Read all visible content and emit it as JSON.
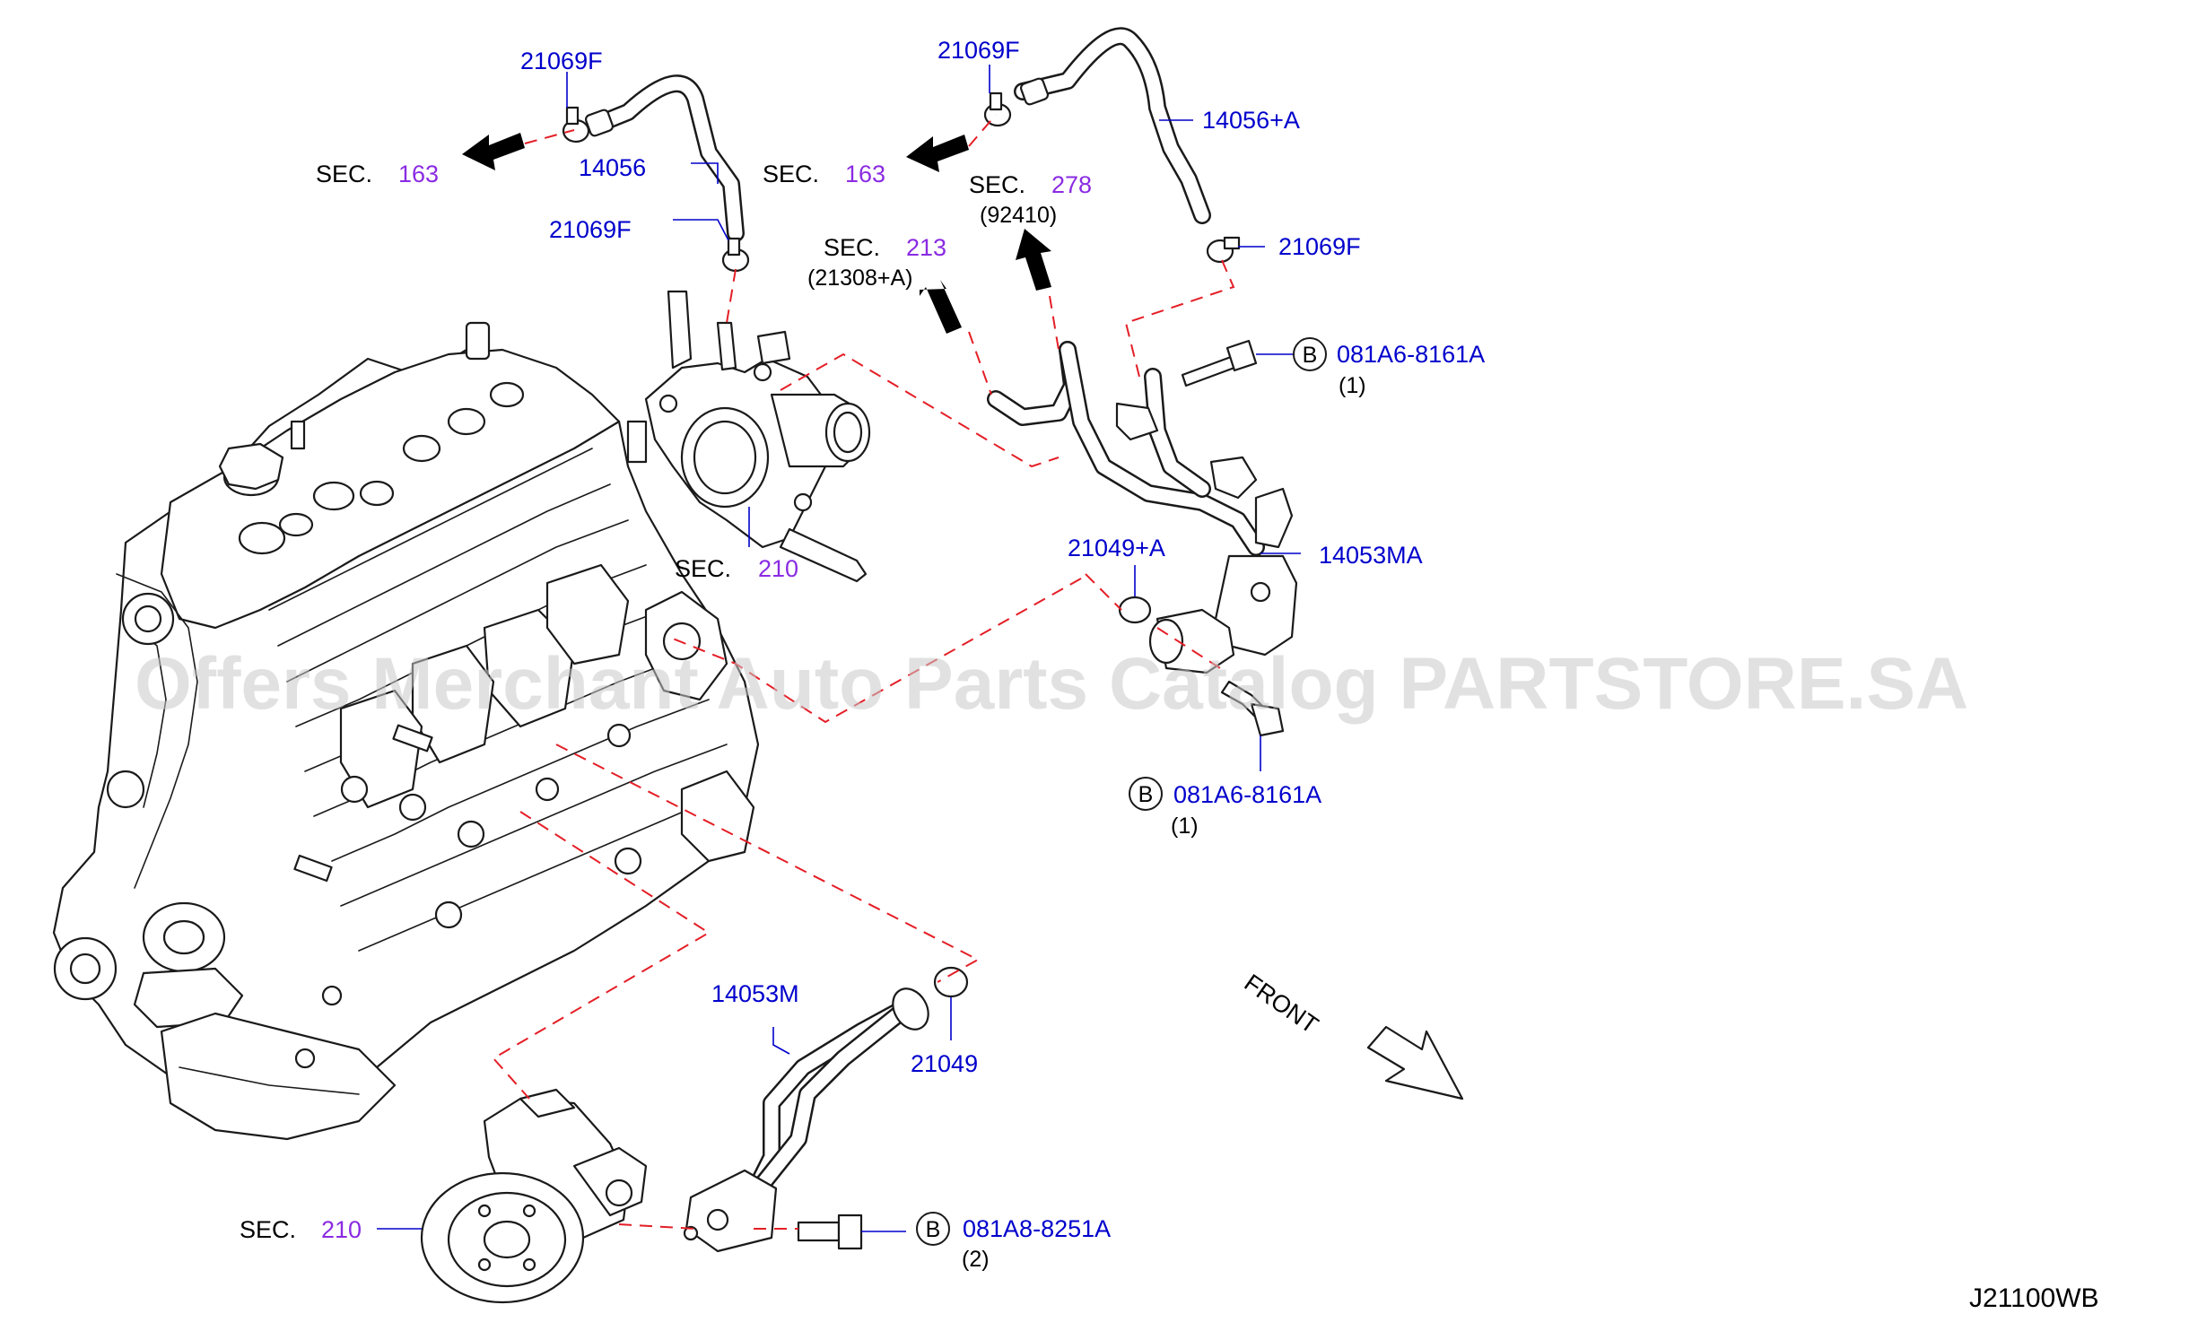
{
  "diagram": {
    "watermark": "Offers Merchant Auto Parts Catalog PARTSTORE.SA",
    "code": "J21100WB",
    "front_label": "FRONT",
    "sec_prefix": "SEC.",
    "sections": {
      "sec163_left": "163",
      "sec163_right": "163",
      "sec213": "213",
      "sec213_sub": "(21308+A)",
      "sec278": "278",
      "sec278_sub": "(92410)",
      "sec210_upper": "210",
      "sec210_lower": "210"
    },
    "parts": {
      "clamp_top_left": "21069F",
      "hose_left": "14056",
      "clamp_mid_left": "21069F",
      "clamp_top_right": "21069F",
      "hose_right": "14056+A",
      "clamp_right": "21069F",
      "bolt_upper_code": "081A6-8161A",
      "bolt_upper_qty": "(1)",
      "oring_upper": "21049+A",
      "pipe_upper": "14053MA",
      "bolt_mid_code": "081A6-8161A",
      "bolt_mid_qty": "(1)",
      "pipe_lower": "14053M",
      "oring_lower": "21049",
      "bolt_lower_code": "081A8-8251A",
      "bolt_lower_qty": "(2)",
      "bolt_marker": "B"
    },
    "colors": {
      "part_number": "#0000cc",
      "section_number": "#8a2be2",
      "dashed_line": "#e41e26"
    }
  }
}
